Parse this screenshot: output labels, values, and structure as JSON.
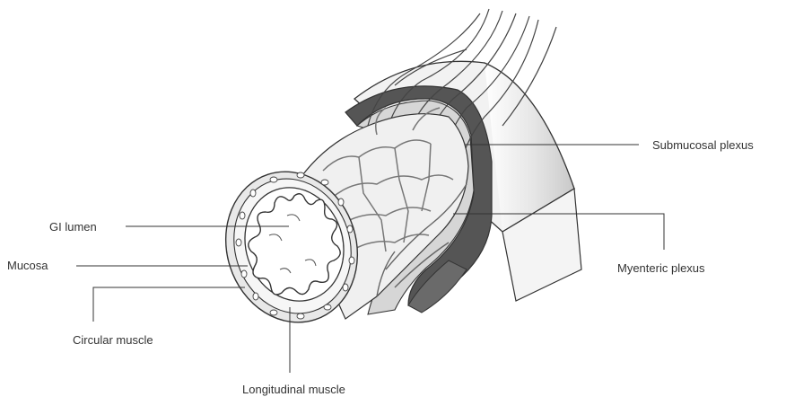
{
  "labels": {
    "gi_lumen": "GI lumen",
    "mucosa": "Mucosa",
    "circular_muscle": "Circular muscle",
    "longitudinal_muscle": "Longitudinal muscle",
    "submucosal_plexus": "Submucosal plexus",
    "myenteric_plexus": "Myenteric plexus"
  },
  "colors": {
    "line": "#333333",
    "dark_layer": "#555555",
    "mid_layer": "#a8a8a8",
    "light_layer": "#dcdcdc",
    "tissue": "#eeeeee"
  }
}
